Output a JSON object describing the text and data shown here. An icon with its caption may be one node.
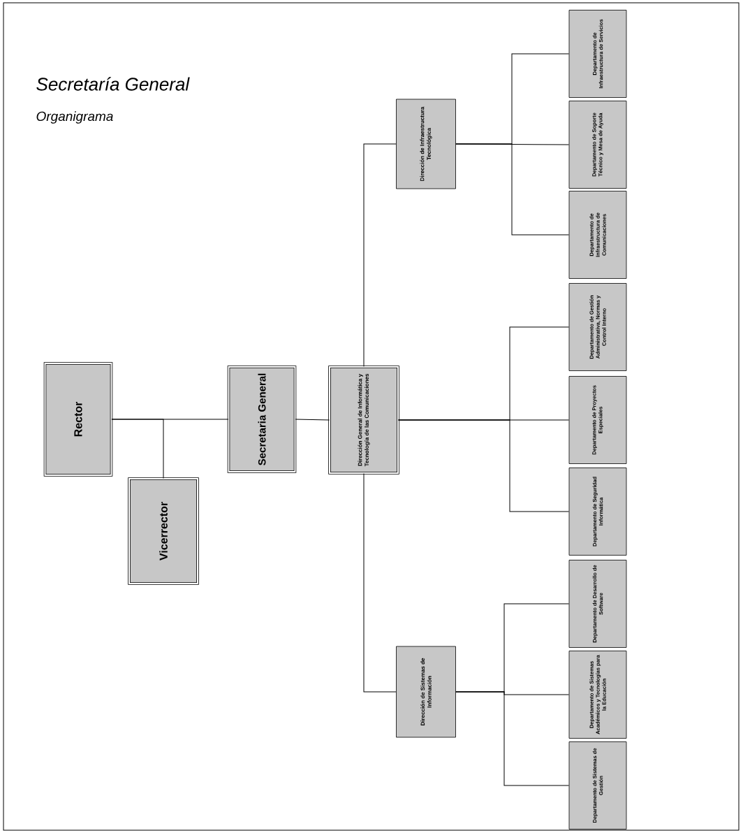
{
  "diagram": {
    "title": "Secretaría General",
    "nodes": [
      {
        "text": [
          "Rector"
        ]
      },
      {
        "text": [
          "Vicerrector"
        ]
      },
      {
        "text": [
          "Secretaria General"
        ]
      },
      {
        "text": [
          "Dirección General de Informática y Tecnología de las Comunicaciones"
        ]
      },
      {
        "text": [
          "Dirección de Infraestructura Tecnológica"
        ]
      },
      {
        "text": [
          "Dirección de Sistemas de Información"
        ]
      },
      {
        "text": [
          "Departamento de Infraestructura de Servicios"
        ]
      },
      {
        "text": [
          "Departamento de Soporte Técnico y Mesa de Ayuda"
        ]
      },
      {
        "text": [
          "Departamento de Infraestructura de Comunicaciones"
        ]
      },
      {
        "text": [
          "Departamento de Gestión Administrativa, Normas y Control Interno"
        ]
      },
      {
        "text": [
          "Departamento de Proyectos Especiales"
        ]
      },
      {
        "text": [
          "Departamento de Seguridad Informática"
        ]
      },
      {
        "text": [
          "Departamento de Desarrollo de Software"
        ]
      },
      {
        "text": [
          "Departamento de Sistemas Académicos y Tecnologías para la Educación"
        ]
      },
      {
        "text": [
          "Departamento de Sistemas de Gestión"
        ]
      }
    ],
    "edges": [
      {
        "from": 0,
        "to": 1,
        "arrow": "none"
      },
      {
        "from": 0,
        "to": 2,
        "arrow": "none"
      },
      {
        "from": 2,
        "to": 3,
        "arrow": "none"
      },
      {
        "from": 3,
        "to": 4,
        "arrow": "none"
      },
      {
        "from": 3,
        "to": 5,
        "arrow": "none"
      },
      {
        "from": 4,
        "to": 6,
        "arrow": "none"
      },
      {
        "from": 4,
        "to": 7,
        "arrow": "none"
      },
      {
        "from": 4,
        "to": 8,
        "arrow": "none"
      },
      {
        "from": 3,
        "to": 9,
        "arrow": "none"
      },
      {
        "from": 3,
        "to": 10,
        "arrow": "none"
      },
      {
        "from": 3,
        "to": 11,
        "arrow": "none"
      },
      {
        "from": 5,
        "to": 12,
        "arrow": "none"
      },
      {
        "from": 5,
        "to": 13,
        "arrow": "none"
      },
      {
        "from": 5,
        "to": 14,
        "arrow": "none"
      }
    ],
    "labels": [
      "Organigrama"
    ]
  }
}
